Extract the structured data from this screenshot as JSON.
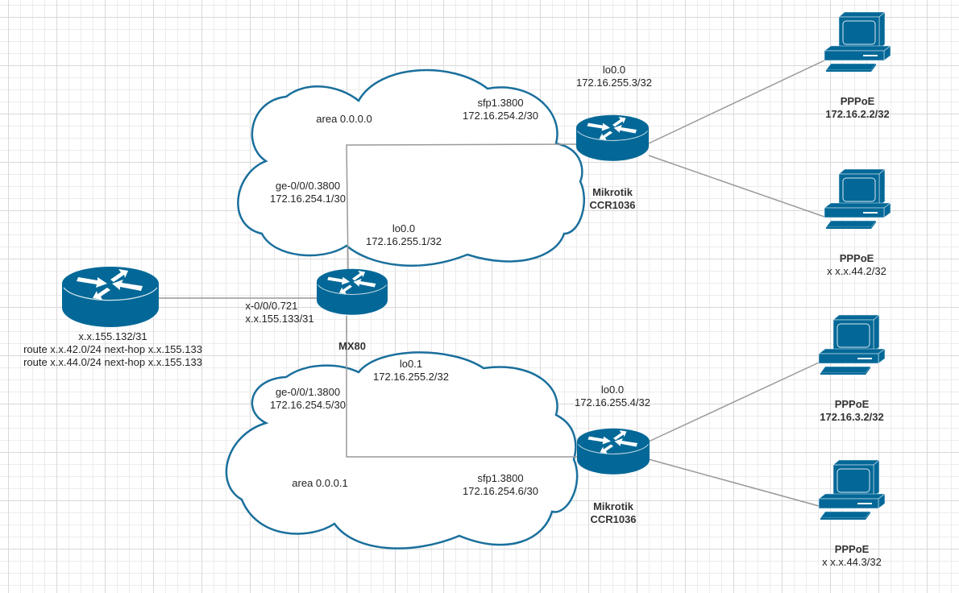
{
  "colors": {
    "device": "#036897",
    "cloud_stroke": "#1a6f9c",
    "link": "#999999",
    "grid_major": "#d9d9d9",
    "grid_minor": "#ececec"
  },
  "clouds": [
    {
      "id": "area0",
      "area_label": "area 0.0.0.0"
    },
    {
      "id": "area1",
      "area_label": "area 0.0.0.1"
    }
  ],
  "devices": {
    "isp_router": {
      "icon": "router-icon",
      "lines": [
        "x.x.155.132/31",
        "route x.x.42.0/24 next-hop x.x.155.133",
        "route x.x.44.0/24 next-hop x.x.155.133"
      ]
    },
    "mx80": {
      "icon": "router-icon",
      "name": "MX80",
      "uplink_if": [
        "x-0/0/0.721",
        "x.x.155.133/31"
      ],
      "area0_if": [
        "ge-0/0/0.3800",
        "172.16.254.1/30"
      ],
      "area0_lo": [
        "lo0.0",
        "172.16.255.1/32"
      ],
      "area1_if": [
        "ge-0/0/1.3800",
        "172.16.254.5/30"
      ],
      "area1_lo": [
        "lo0.1",
        "172.16.255.2/32"
      ]
    },
    "mikrotik1": {
      "icon": "router-icon",
      "name": [
        "Mikrotik",
        "CCR1036"
      ],
      "lo": [
        "lo0.0",
        "172.16.255.3/32"
      ],
      "sfp": [
        "sfp1.3800",
        "172.16.254.2/30"
      ]
    },
    "mikrotik2": {
      "icon": "router-icon",
      "name": [
        "Mikrotik",
        "CCR1036"
      ],
      "lo": [
        "lo0.0",
        "172.16.255.4/32"
      ],
      "sfp": [
        "sfp1.3800",
        "172.16.254.6/30"
      ]
    },
    "pcs": [
      {
        "icon": "pc-icon",
        "title": "PPPoE",
        "address": "172.16.2.2/32",
        "address_bold": true
      },
      {
        "icon": "pc-icon",
        "title": "PPPoE",
        "address": "x x.x.44.2/32",
        "address_bold": false
      },
      {
        "icon": "pc-icon",
        "title": "PPPoE",
        "address": "172.16.3.2/32",
        "address_bold": true
      },
      {
        "icon": "pc-icon",
        "title": "PPPoE",
        "address": "x x.x.44.3/32",
        "address_bold": false
      }
    ]
  }
}
